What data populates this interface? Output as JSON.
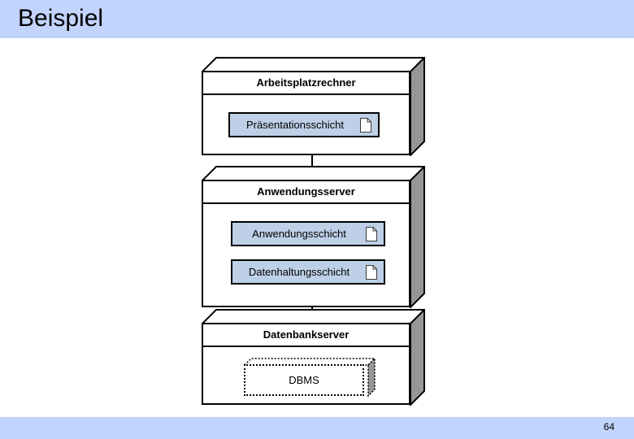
{
  "slide": {
    "title": "Beispiel",
    "page_number": "64",
    "header_color": "#c2d3fc",
    "footer_color": "#c2d3fc",
    "background_color": "#ffffff"
  },
  "diagram": {
    "type": "uml-deployment-diagram",
    "node_fill": "#ffffff",
    "node_side_fill": "#969696",
    "component_fill": "#bed0e8",
    "outline_color": "#000000",
    "nodes": [
      {
        "name": "Arbeitsplatzrechner",
        "components": [
          {
            "label": "Präsentationsschicht",
            "icon": "document-icon"
          }
        ]
      },
      {
        "name": "Anwendungsserver",
        "components": [
          {
            "label": "Anwendungsschicht",
            "icon": "document-icon"
          },
          {
            "label": "Datenhaltungsschicht",
            "icon": "document-icon"
          }
        ]
      },
      {
        "name": "Datenbankserver",
        "components": [],
        "dotted_component": {
          "label": "DBMS"
        }
      }
    ],
    "connectors": [
      {
        "from": "Arbeitsplatzrechner",
        "to": "Anwendungsserver"
      },
      {
        "from": "Anwendungsserver",
        "to": "Datenbankserver"
      }
    ]
  }
}
